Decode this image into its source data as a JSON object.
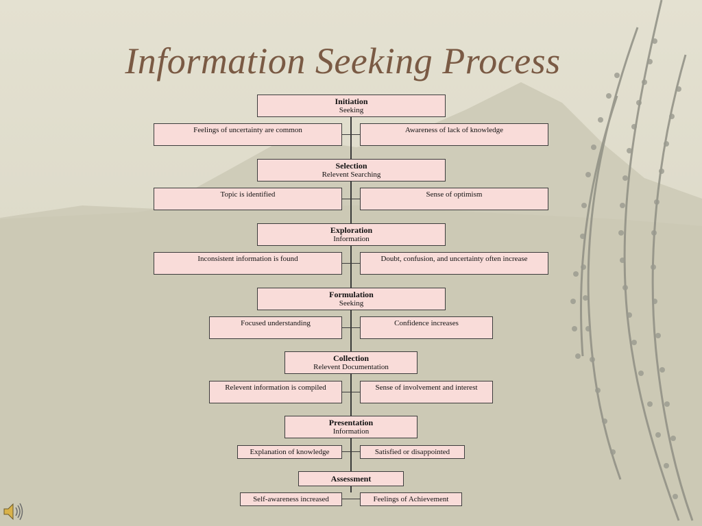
{
  "slide": {
    "title": "Information Seeking Process"
  },
  "stages": [
    {
      "name": "Initiation",
      "sub": "Seeking",
      "left": "Feelings of uncertainty are common",
      "right": "Awareness of lack of knowledge"
    },
    {
      "name": "Selection",
      "sub": "Relevent Searching",
      "left": "Topic is identified",
      "right": "Sense of optimism"
    },
    {
      "name": "Exploration",
      "sub": "Information",
      "left": "Inconsistent information is found",
      "right": "Doubt, confusion, and uncertainty often increase"
    },
    {
      "name": "Formulation",
      "sub": "Seeking",
      "left": "Focused understanding",
      "right": "Confidence increases"
    },
    {
      "name": "Collection",
      "sub": "Relevent Documentation",
      "left": "Relevent information is compiled",
      "right": "Sense of involvement and interest"
    },
    {
      "name": "Presentation",
      "sub": "Information",
      "left": "Explanation of knowledge",
      "right": "Satisfied or disappointed"
    },
    {
      "name": "Assessment",
      "sub": "",
      "left": "Self-awareness increased",
      "right": "Feelings of Achievement"
    }
  ],
  "colors": {
    "box_fill": "#f9dcd9",
    "title": "#7a5a44"
  },
  "icons": {
    "speaker": "speaker-icon"
  }
}
